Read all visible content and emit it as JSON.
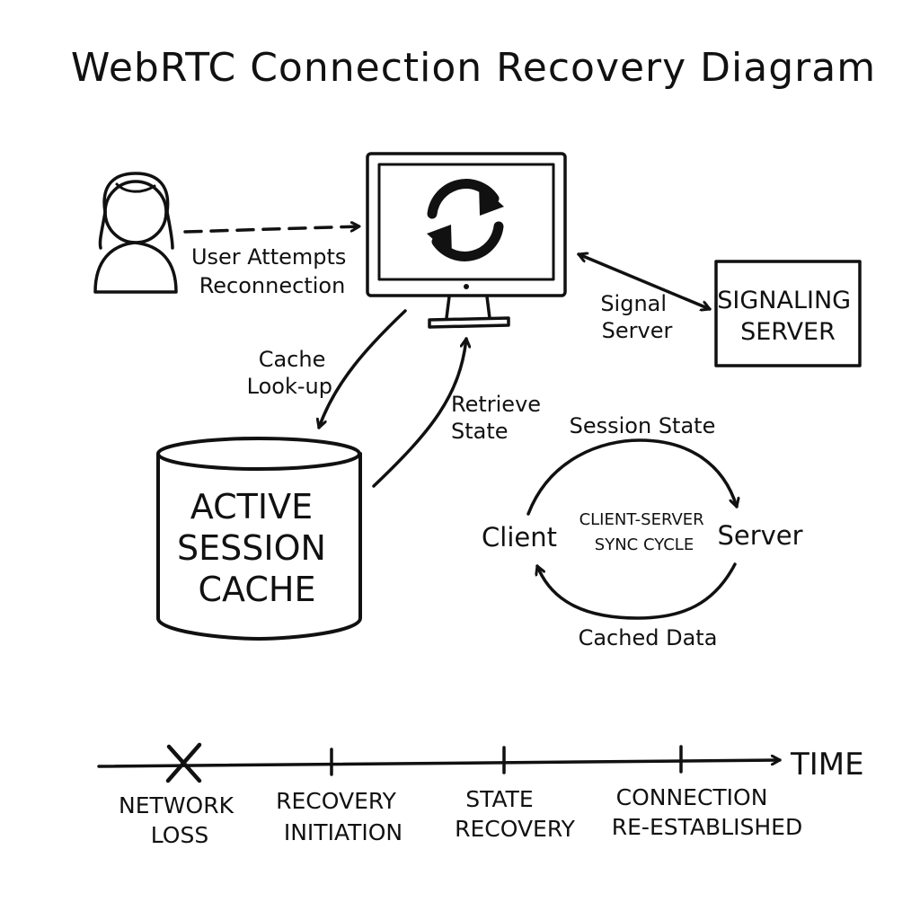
{
  "title": "WebRTC Connection Recovery Diagram",
  "colors": {
    "ink": "#111111",
    "paper": "#ffffff"
  },
  "nodes": {
    "user": {
      "icon": "user-icon"
    },
    "client_screen": {
      "icon": "refresh-icon"
    },
    "signaling_server": {
      "lines": [
        "SIGNALING",
        "SERVER"
      ]
    },
    "cache": {
      "lines": [
        "ACTIVE",
        "SESSION",
        "CACHE"
      ]
    }
  },
  "edges": {
    "user_to_client": {
      "lines": [
        "User Attempts",
        "Reconnection"
      ]
    },
    "client_signal": {
      "lines": [
        "Signal",
        "Server"
      ]
    },
    "cache_lookup": {
      "lines": [
        "Cache",
        "Look-up"
      ]
    },
    "retrieve_state": {
      "lines": [
        "Retrieve",
        "State"
      ]
    }
  },
  "sync_cycle": {
    "client": "Client",
    "server": "Server",
    "top": "Session State",
    "bottom": "Cached Data",
    "center": [
      "CLIENT-SERVER",
      "SYNC CYCLE"
    ]
  },
  "timeline": {
    "axis_label": "TIME",
    "events": [
      {
        "lines": [
          "NETWORK",
          "LOSS"
        ],
        "marker": "x-icon"
      },
      {
        "lines": [
          "RECOVERY",
          "INITIATION"
        ],
        "marker": "tick"
      },
      {
        "lines": [
          "STATE",
          "RECOVERY"
        ],
        "marker": "tick"
      },
      {
        "lines": [
          "CONNECTION",
          "RE-ESTABLISHED"
        ],
        "marker": "tick"
      }
    ]
  }
}
